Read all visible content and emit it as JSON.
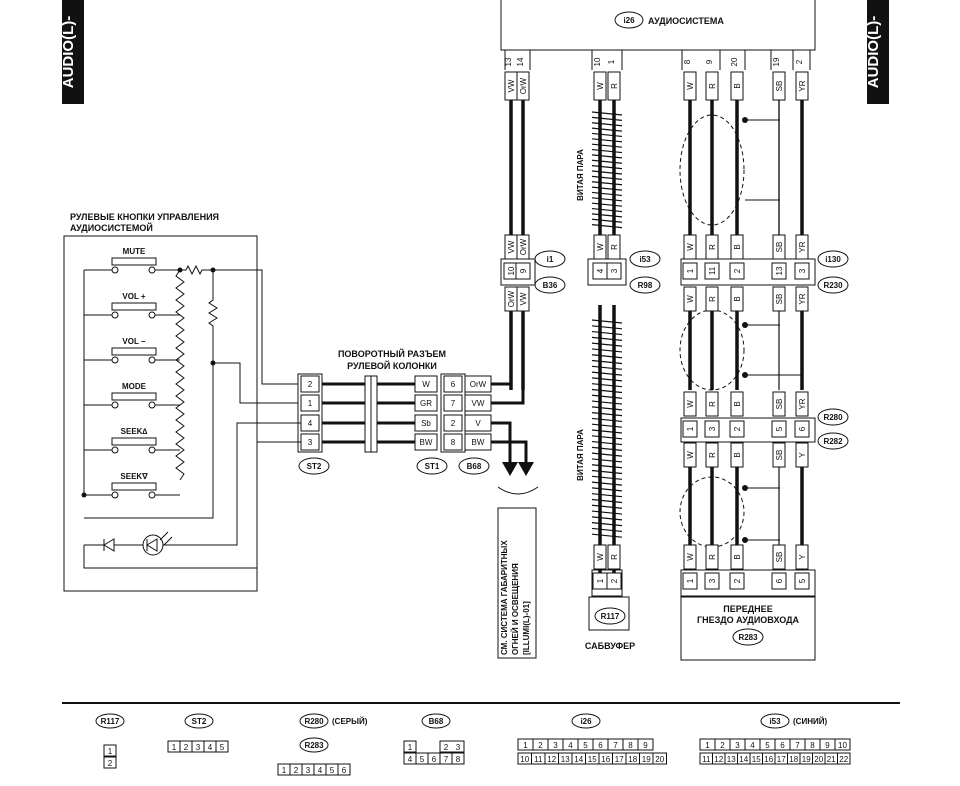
{
  "side_tabs": {
    "left": "AUDIO(L)-",
    "right": "AUDIO(L)-"
  },
  "audio_unit": {
    "id": "i26",
    "title": "АУДИОСИСТЕМА",
    "pins": [
      "13",
      "14",
      "10",
      "1",
      "8",
      "9",
      "20",
      "19",
      "2"
    ],
    "colors": [
      "VW",
      "OrW",
      "W",
      "R",
      "W",
      "R",
      "B",
      "SB",
      "YR"
    ]
  },
  "twisted_pair": "ВИТАЯ ПАРА",
  "steering": {
    "title1": "РУЛЕВЫЕ КНОПКИ УПРАВЛЕНИЯ",
    "title2": "АУДИОСИСТЕМОЙ",
    "buttons": [
      "MUTE",
      "VOL +",
      "VOL −",
      "MODE",
      "SEEK∆",
      "SEEK∇"
    ]
  },
  "rotary": {
    "title1": "ПОВОРОТНЫЙ РАЗЪЕМ",
    "title2": "РУЛЕВОЙ КОЛОНКИ",
    "st2_pins": [
      "2",
      "1",
      "4",
      "3"
    ],
    "st1_colors": [
      "W",
      "GR",
      "Sb",
      "BW"
    ],
    "b68_pins": [
      "6",
      "7",
      "2",
      "8"
    ],
    "b68_colors": [
      "OrW",
      "VW",
      "V",
      "BW"
    ]
  },
  "connectors": {
    "st2": "ST2",
    "st1": "ST1",
    "b68": "B68",
    "i1": "i1",
    "b36": "B36",
    "i53": "i53",
    "r98": "R98",
    "i130": "i130",
    "r230": "R230",
    "r280": "R280",
    "r282": "R282",
    "r117": "R117",
    "r283": "R283"
  },
  "i1_pins": [
    "10",
    "9"
  ],
  "i1_colors": [
    "OrW",
    "VW"
  ],
  "i53_pins": [
    "4",
    "3"
  ],
  "i53_colors": [
    "W",
    "R"
  ],
  "i130_pins": [
    "1",
    "11",
    "2",
    "13",
    "3"
  ],
  "r230_colors": [
    "W",
    "R",
    "B",
    "SB",
    "YR"
  ],
  "r280_pins": [
    "1",
    "3",
    "2",
    "5",
    "6"
  ],
  "r282_colors": [
    "W",
    "R",
    "B",
    "SB",
    "Y"
  ],
  "r283_pins": [
    "1",
    "3",
    "2",
    "6",
    "5"
  ],
  "r117_pins": [
    "1",
    "2"
  ],
  "subwoofer": "САБВУФЕР",
  "front_jack1": "ПЕРЕДНЕЕ",
  "front_jack2": "ГНЕЗДО АУДИОВХОДА",
  "see_note": [
    "СМ. СИСТЕМА ГАБАРИТНЫХ",
    "ОГНЕЙ И ОСВЕЩЕНИЯ",
    "[ILLUMI(L)-01]"
  ],
  "legend": {
    "r117": "R117",
    "st2": "ST2",
    "r280": "R280",
    "r280_note": "(СЕРЫЙ)",
    "r283": "R283",
    "b68": "B68",
    "i26": "i26",
    "i53": "i53",
    "i53_note": "(СИНИЙ)",
    "st2_cells": [
      "1",
      "2",
      "3",
      "4",
      "5"
    ],
    "r280_cells": [
      "1",
      "2",
      "3",
      "4",
      "5",
      "6"
    ],
    "b68_top": [
      "1",
      "2",
      "3"
    ],
    "b68_bot": [
      "4",
      "5",
      "6",
      "7",
      "8"
    ],
    "i26_top": [
      "1",
      "2",
      "3",
      "4",
      "5",
      "6",
      "7",
      "8",
      "9"
    ],
    "i26_bot": [
      "10",
      "11",
      "12",
      "13",
      "14",
      "15",
      "16",
      "17",
      "18",
      "19",
      "20"
    ],
    "i53_top": [
      "1",
      "2",
      "3",
      "4",
      "5",
      "6",
      "7",
      "8",
      "9",
      "10"
    ],
    "i53_bot": [
      "11",
      "12",
      "13",
      "14",
      "15",
      "16",
      "17",
      "18",
      "19",
      "20",
      "21",
      "22"
    ]
  }
}
